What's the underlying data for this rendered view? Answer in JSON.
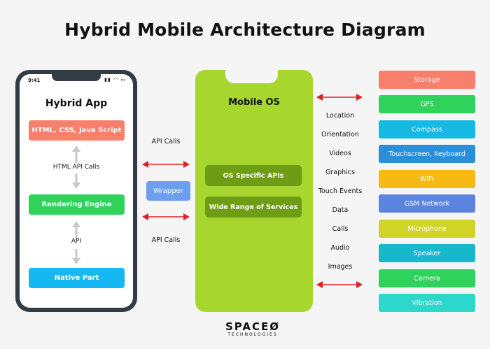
{
  "title": "Hybrid Mobile Architecture Diagram",
  "phone": {
    "status_time": "9:41",
    "title": "Hybrid App",
    "html_box": "HTML, CSS, Java Script",
    "html_api_label": "HTML API Calls",
    "engine_box": "Rendering Engine",
    "api_label": "API",
    "native_box": "Native Part"
  },
  "middle": {
    "api_calls_top": "API Calls",
    "wrapper": "Wrapper",
    "api_calls_bottom": "API Calls"
  },
  "os": {
    "title": "Mobile OS",
    "box1": "OS Specific APIs",
    "box2": "Wide Range of Services"
  },
  "capabilities": [
    "Location",
    "Orientation",
    "Videos",
    "Graphics",
    "Touch Events",
    "Data",
    "Calls",
    "Audio",
    "Images"
  ],
  "services": [
    {
      "label": "Storage",
      "color": "#f87f6b"
    },
    {
      "label": "GPS",
      "color": "#2fd35b"
    },
    {
      "label": "Compass",
      "color": "#16b8e4"
    },
    {
      "label": "Touchscreen, Keyboard",
      "color": "#2b8ed8"
    },
    {
      "label": "WIFI",
      "color": "#f7b913"
    },
    {
      "label": "GSM Network",
      "color": "#5a84e0"
    },
    {
      "label": "Microphone",
      "color": "#d1d428"
    },
    {
      "label": "Speaker",
      "color": "#18b8cc"
    },
    {
      "label": "Camera",
      "color": "#2fd35b"
    },
    {
      "label": "Vibration",
      "color": "#2ed7cc"
    }
  ],
  "logo": {
    "name": "SPACEØ",
    "sub": "TECHNOLOGIES"
  },
  "colors": {
    "arrow_red": "#e51e25",
    "gray_arrow": "#c9c9c9",
    "phone_frame": "#333b45",
    "os_green": "#a7d72e",
    "os_box": "#6c9d14",
    "wrapper": "#6d9ef0"
  }
}
